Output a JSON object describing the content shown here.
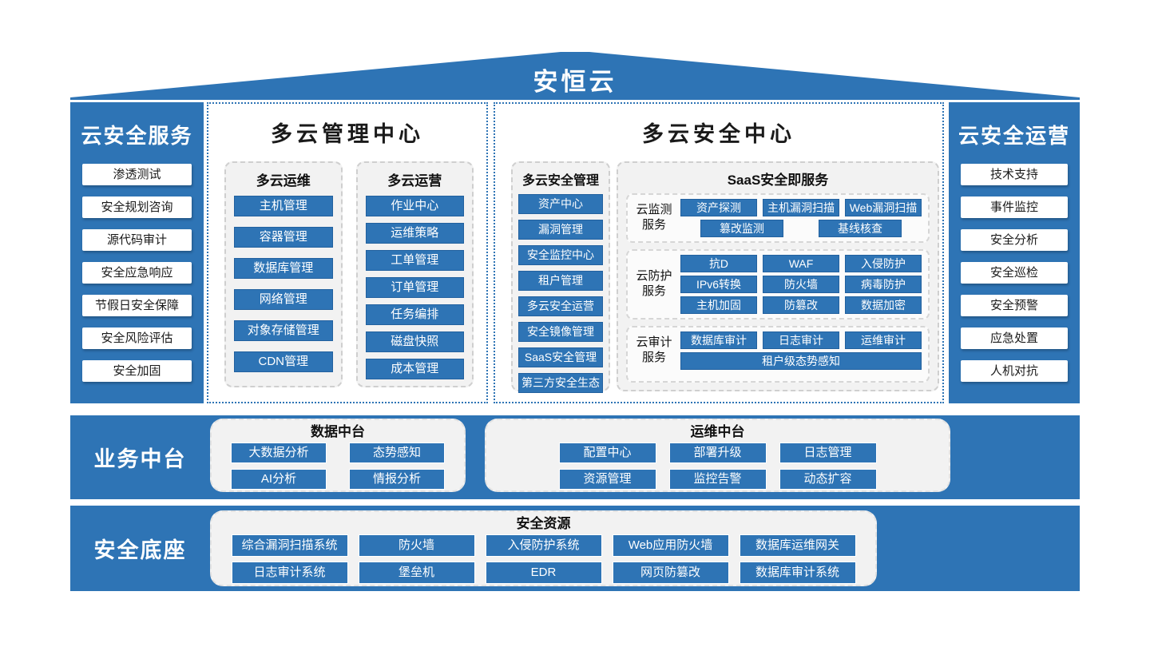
{
  "header": {
    "title": "安恒云"
  },
  "left_panel": {
    "title": "云安全服务",
    "items": [
      "渗透测试",
      "安全规划咨询",
      "源代码审计",
      "安全应急响应",
      "节假日安全保障",
      "安全风险评估",
      "安全加固"
    ]
  },
  "mgmt_center": {
    "title": "多云管理中心",
    "groups": [
      {
        "title": "多云运维",
        "items": [
          "主机管理",
          "容器管理",
          "数据库管理",
          "网络管理",
          "对象存储管理",
          "CDN管理"
        ]
      },
      {
        "title": "多云运营",
        "items": [
          "作业中心",
          "运维策略",
          "工单管理",
          "订单管理",
          "任务编排",
          "磁盘快照",
          "成本管理"
        ]
      }
    ]
  },
  "security_center": {
    "title": "多云安全中心",
    "mgmt_group": {
      "title": "多云安全管理",
      "items": [
        "资产中心",
        "漏洞管理",
        "安全监控中心",
        "租户管理",
        "多云安全运营",
        "安全镜像管理",
        "SaaS安全管理",
        "第三方安全生态"
      ]
    },
    "saas_group": {
      "title": "SaaS安全即服务",
      "services": [
        {
          "label": "云监测服务",
          "rows": [
            [
              "资产探测",
              "主机漏洞扫描",
              "Web漏洞扫描"
            ],
            [
              "篡改监测",
              "基线核查"
            ]
          ]
        },
        {
          "label": "云防护服务",
          "rows": [
            [
              "抗D",
              "WAF",
              "入侵防护"
            ],
            [
              "IPv6转换",
              "防火墙",
              "病毒防护"
            ],
            [
              "主机加固",
              "防篡改",
              "数据加密"
            ]
          ]
        },
        {
          "label": "云审计服务",
          "rows": [
            [
              "数据库审计",
              "日志审计",
              "运维审计"
            ],
            [
              "租户级态势感知"
            ]
          ]
        }
      ]
    }
  },
  "right_panel": {
    "title": "云安全运营",
    "items": [
      "技术支持",
      "事件监控",
      "安全分析",
      "安全巡检",
      "安全预警",
      "应急处置",
      "人机对抗"
    ]
  },
  "business_band": {
    "label": "业务中台",
    "boxes": [
      {
        "title": "数据中台",
        "rows": [
          [
            "大数据分析",
            "态势感知"
          ],
          [
            "AI分析",
            "情报分析"
          ]
        ]
      },
      {
        "title": "运维中台",
        "rows": [
          [
            "配置中心",
            "部署升级",
            "日志管理"
          ],
          [
            "资源管理",
            "监控告警",
            "动态扩容"
          ]
        ]
      }
    ]
  },
  "security_band": {
    "label": "安全底座",
    "box": {
      "title": "安全资源",
      "rows": [
        [
          "综合漏洞扫描系统",
          "防火墙",
          "入侵防护系统",
          "Web应用防火墙",
          "数据库运维网关"
        ],
        [
          "日志审计系统",
          "堡垒机",
          "EDR",
          "网页防篡改",
          "数据库审计系统"
        ]
      ]
    }
  },
  "colors": {
    "primary_blue": "#2E74B5",
    "panel_gray": "#F2F2F2",
    "page_bg": "#FFFFFF"
  }
}
